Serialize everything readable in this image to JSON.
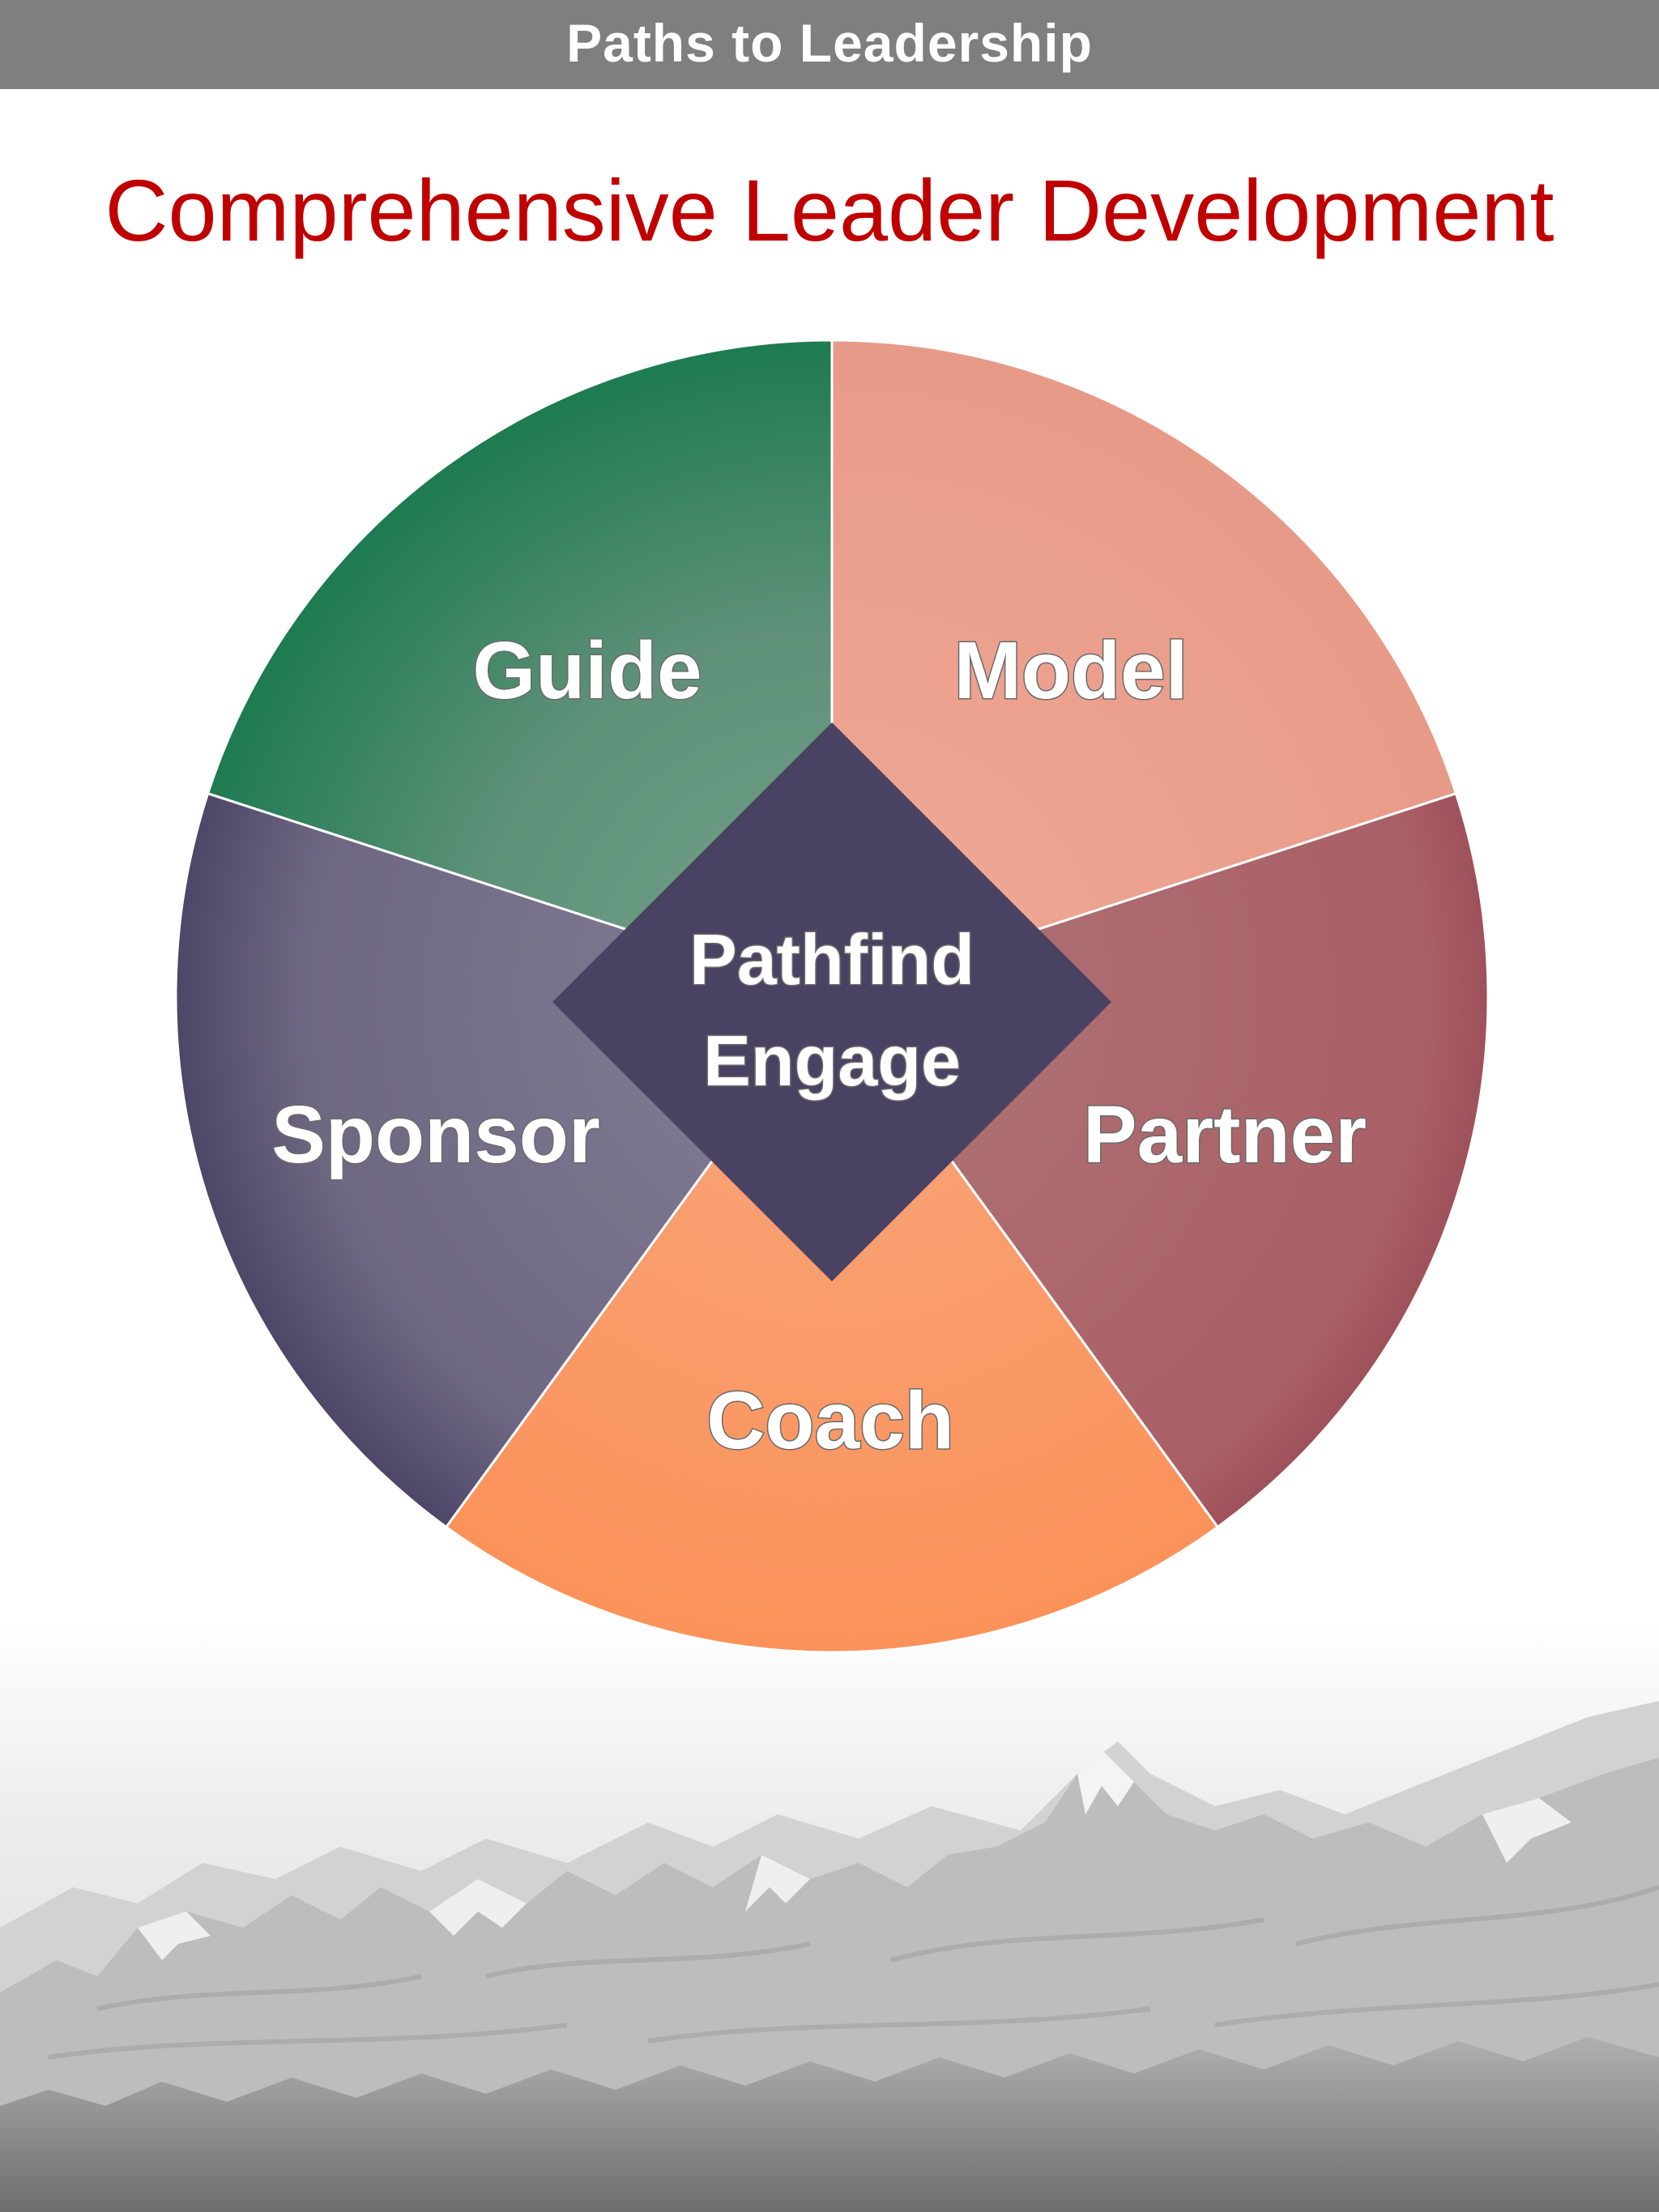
{
  "header": {
    "title": "Paths to Leadership"
  },
  "main": {
    "title": "Comprehensive Leader Development"
  },
  "diagram": {
    "segments": [
      {
        "label": "Guide",
        "color": "#5e917a"
      },
      {
        "label": "Model",
        "color": "#eaa08d"
      },
      {
        "label": "Partner",
        "color": "#a9656a"
      },
      {
        "label": "Coach",
        "color": "#fb9b66"
      },
      {
        "label": "Sponsor",
        "color": "#726c85"
      }
    ],
    "center": {
      "line1": "Pathfind",
      "line2": "Engage",
      "color": "#4a4263"
    }
  },
  "background": {
    "image": "mountain-range-photo"
  }
}
